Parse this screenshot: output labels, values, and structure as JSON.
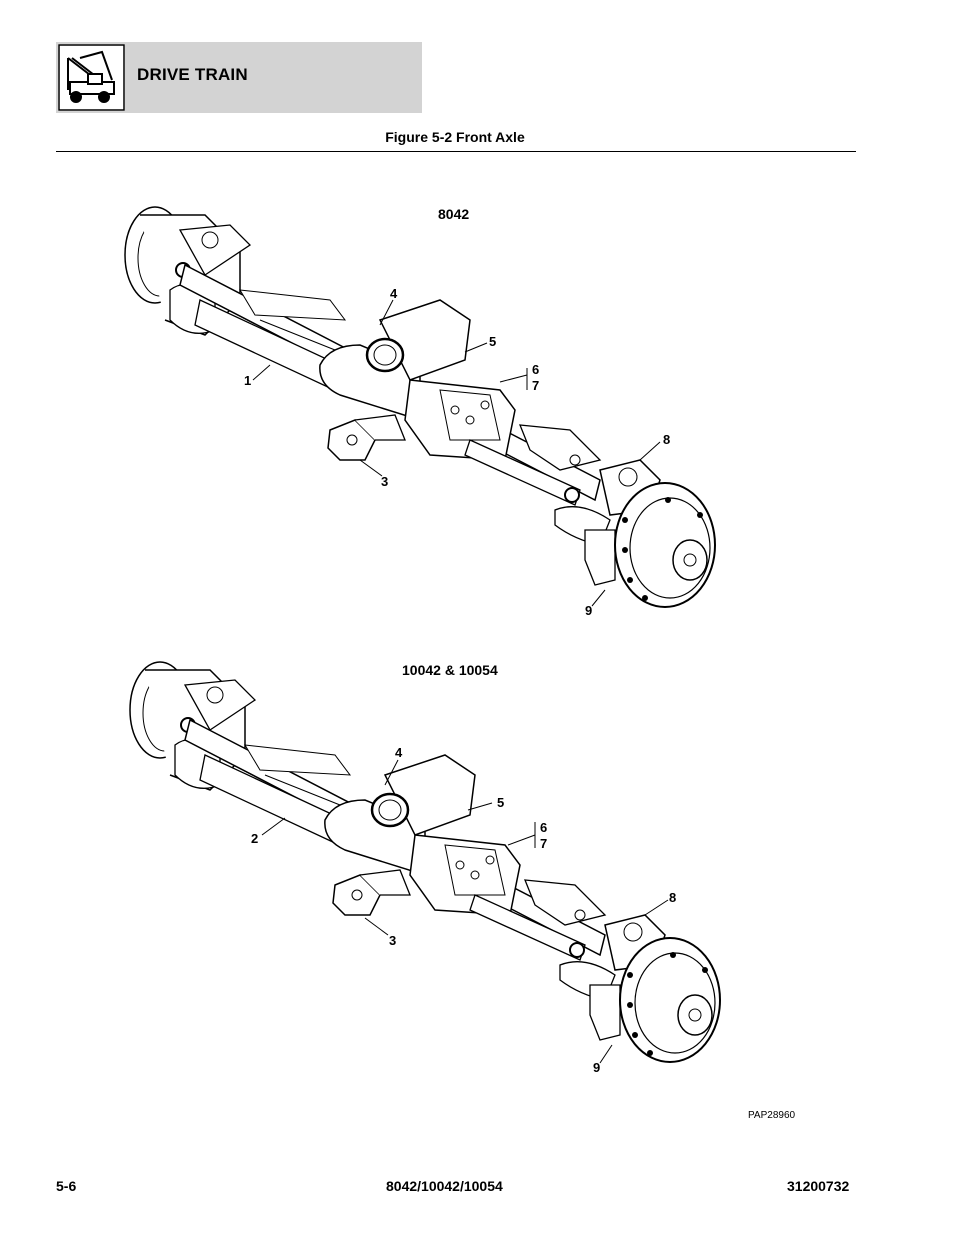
{
  "header": {
    "title": "DRIVE TRAIN",
    "icon": "drive-train-section-icon"
  },
  "figure": {
    "caption": "Figure 5-2 Front Axle",
    "image_id": "PAP28960"
  },
  "views": [
    {
      "label": "8042",
      "callouts": [
        "1",
        "3",
        "4",
        "5",
        "6",
        "7",
        "8",
        "9"
      ]
    },
    {
      "label": "10042 & 10054",
      "callouts": [
        "2",
        "3",
        "4",
        "5",
        "6",
        "7",
        "8",
        "9"
      ]
    }
  ],
  "footer": {
    "page": "5-6",
    "models": "8042/10042/10054",
    "doc_number": "31200732"
  }
}
